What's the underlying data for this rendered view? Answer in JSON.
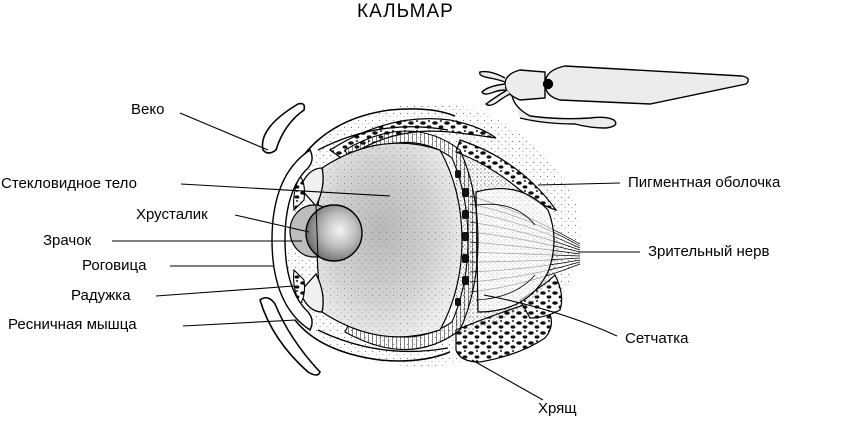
{
  "diagram": {
    "title": "КАЛЬМАР",
    "labels": {
      "eyelid": "Веко",
      "vitreous": "Стекловидное тело",
      "lens": "Хрусталик",
      "pupil": "Зрачок",
      "cornea": "Роговица",
      "iris": "Радужка",
      "ciliary": "Ресничная мышца",
      "pigment": "Пигментная оболочка",
      "optic_nerve": "Зрительный нерв",
      "retina": "Сетчатка",
      "cartilage": "Хрящ"
    }
  }
}
